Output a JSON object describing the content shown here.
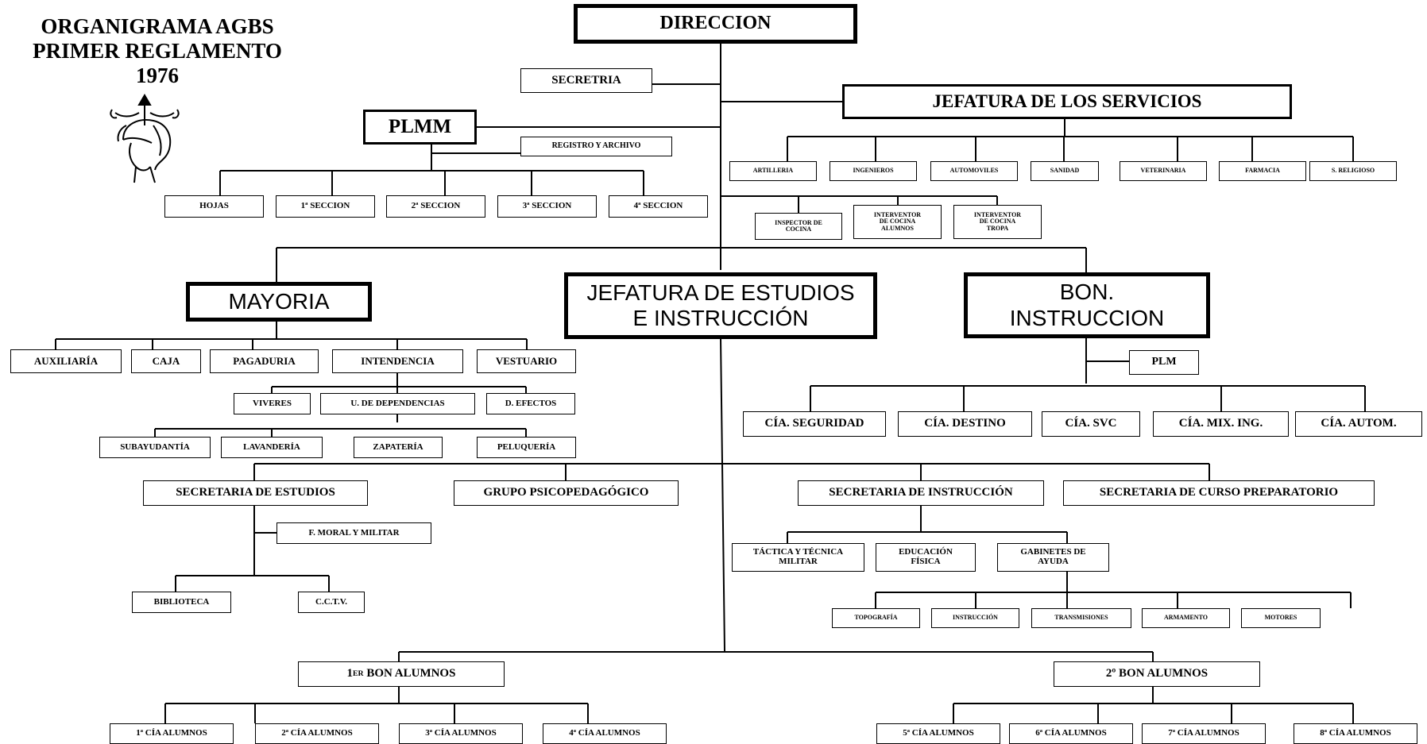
{
  "title": {
    "line1": "ORGANIGRAMA AGBS",
    "line2": "PRIMER REGLAMENTO",
    "line3": "1976"
  },
  "emblem": "athena-helmet-emblem",
  "nodes": {
    "direccion": "DIRECCION",
    "secretria": "SECRETRIA",
    "jefatura_servicios": "JEFATURA DE LOS SERVICIOS",
    "plmm": "PLMM",
    "registro": "REGISTRO Y ARCHIVO",
    "hojas": "HOJAS",
    "sec1": "1ª SECCION",
    "sec2": "2ª SECCION",
    "sec3": "3ª SECCION",
    "sec4": "4ª SECCION",
    "artilleria": "ARTILLERIA",
    "ingenieros": "INGENIEROS",
    "automoviles": "AUTOMOVILES",
    "sanidad": "SANIDAD",
    "veterinaria": "VETERINARIA",
    "farmacia": "FARMACIA",
    "religioso": "S. RELIGIOSO",
    "inspector": "INSPECTOR DE\nCOCINA",
    "interventor_alumnos": "INTERVENTOR\nDE COCINA\nALUMNOS",
    "interventor_tropa": "INTERVENTOR\nDE COCINA\nTROPA",
    "mayoria": "MAYORIA",
    "jefatura_estudios": "JEFATURA  DE ESTUDIOS\nE INSTRUCCIÓN",
    "bon_instruccion": "BON.\nINSTRUCCION",
    "auxiliaria": "AUXILIARÍA",
    "caja": "CAJA",
    "pagaduria": "PAGADURIA",
    "intendencia": "INTENDENCIA",
    "vestuario": "VESTUARIO",
    "viveres": "VIVERES",
    "u_dependencias": "U. DE DEPENDENCIAS",
    "d_efectos": "D. EFECTOS",
    "subayudantia": "SUBAYUDANTÍA",
    "lavanderia": "LAVANDERÍA",
    "zapateria": "ZAPATERÍA",
    "peluqueria": "PELUQUERÍA",
    "plm": "PLM",
    "cia_seguridad": "CÍA. SEGURIDAD",
    "cia_destino": "CÍA. DESTINO",
    "cia_svc": "CÍA. SVC",
    "cia_mix": "CÍA. MIX. ING.",
    "cia_autom": "CÍA. AUTOM.",
    "secretaria_estudios": "SECRETARIA DE  ESTUDIOS",
    "grupo_psico": "GRUPO PSICOPEDAGÓGICO",
    "secretaria_instruccion": "SECRETARIA DE INSTRUCCIÓN",
    "secretaria_curso": "SECRETARIA DE CURSO PREPARATORIO",
    "f_moral": "F. MORAL Y MILITAR",
    "biblioteca": "BIBLIOTECA",
    "cctv": "C.C.T.V.",
    "tactica": "TÁCTICA Y TÉCNICA\nMILITAR",
    "educacion": "EDUCACIÓN\nFÍSICA",
    "gabinetes": "GABINETES DE\nAYUDA",
    "topografia": "TOPOGRAFÍA",
    "instruccion": "INSTRUCCIÓN",
    "transmisiones": "TRANSMISIONES",
    "armamento": "ARMAMENTO",
    "motores": "MOTORES",
    "bon1_num": "1",
    "bon1_sup": "ER",
    "bon1_rest": " BON ALUMNOS",
    "bon2": "2º BON ALUMNOS",
    "cia1": "1ª CÍA ALUMNOS",
    "cia2": "2ª CÍA ALUMNOS",
    "cia3": "3ª CÍA ALUMNOS",
    "cia4": "4ª CÍA ALUMNOS",
    "cia5": "5ª CÍA ALUMNOS",
    "cia6": "6ª CÍA ALUMNOS",
    "cia7": "7ª CÍA ALUMNOS",
    "cia8": "8ª CÍA ALUMNOS"
  }
}
